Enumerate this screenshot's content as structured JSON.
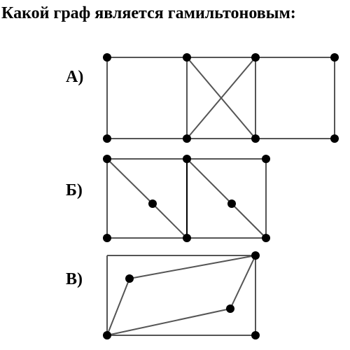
{
  "question": "Какой граф является гамильтоновым:",
  "options": [
    {
      "label": "А)"
    },
    {
      "label": "Б)"
    },
    {
      "label": "В)"
    }
  ],
  "colors": {
    "edge": "#555555",
    "vertex": "#000000",
    "text": "#000000"
  }
}
